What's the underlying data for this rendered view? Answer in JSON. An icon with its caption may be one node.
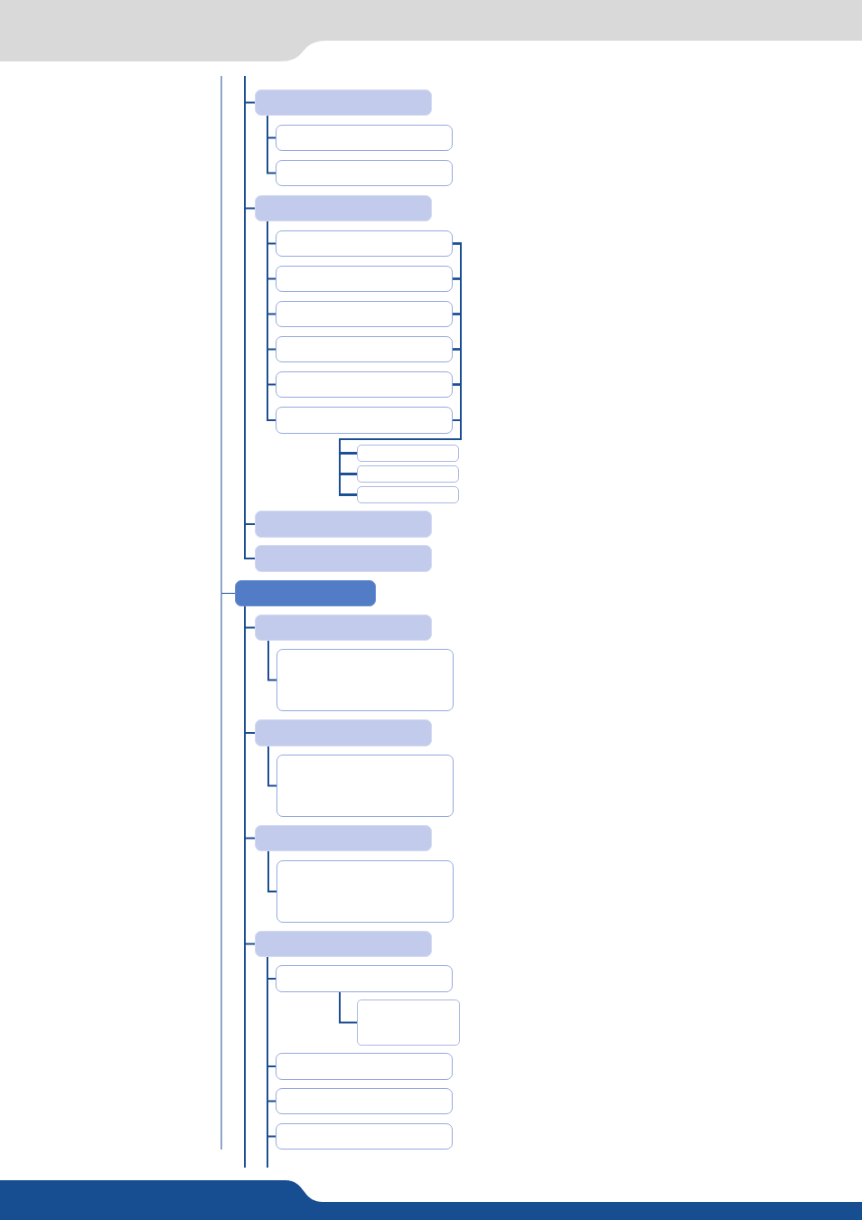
{
  "diagram": {
    "nodes": [
      {
        "text": [],
        "shape": "box"
      },
      {
        "text": [],
        "shape": "box"
      },
      {
        "text": [],
        "shape": "box"
      },
      {
        "text": [],
        "shape": "box"
      },
      {
        "text": [],
        "shape": "box"
      },
      {
        "text": [],
        "shape": "box"
      },
      {
        "text": [],
        "shape": "box"
      },
      {
        "text": [],
        "shape": "box"
      },
      {
        "text": [],
        "shape": "box"
      },
      {
        "text": [],
        "shape": "box"
      },
      {
        "text": [],
        "shape": "box"
      },
      {
        "text": [],
        "shape": "box"
      },
      {
        "text": [],
        "shape": "box"
      },
      {
        "text": [],
        "shape": "box"
      },
      {
        "text": [],
        "shape": "box"
      },
      {
        "text": [],
        "shape": "box"
      },
      {
        "text": [],
        "shape": "box"
      },
      {
        "text": [],
        "shape": "box"
      },
      {
        "text": [],
        "shape": "box"
      },
      {
        "text": [],
        "shape": "box"
      },
      {
        "text": [],
        "shape": "box"
      },
      {
        "text": [],
        "shape": "box"
      },
      {
        "text": [],
        "shape": "box"
      },
      {
        "text": [],
        "shape": "box"
      },
      {
        "text": [],
        "shape": "box"
      },
      {
        "text": [],
        "shape": "box"
      },
      {
        "text": [],
        "shape": "box"
      },
      {
        "text": [],
        "shape": "box"
      }
    ],
    "edges": [
      {
        "from": null,
        "to": 0,
        "arrow": "none"
      },
      {
        "from": null,
        "to": 3,
        "arrow": "none"
      },
      {
        "from": null,
        "to": 13,
        "arrow": "none"
      },
      {
        "from": null,
        "to": 14,
        "arrow": "none"
      },
      {
        "from": 0,
        "to": 1,
        "arrow": "none"
      },
      {
        "from": 0,
        "to": 2,
        "arrow": "none"
      },
      {
        "from": 3,
        "to": 4,
        "arrow": "none"
      },
      {
        "from": 3,
        "to": 5,
        "arrow": "none"
      },
      {
        "from": 3,
        "to": 6,
        "arrow": "none"
      },
      {
        "from": 3,
        "to": 7,
        "arrow": "none"
      },
      {
        "from": 3,
        "to": 8,
        "arrow": "none"
      },
      {
        "from": 3,
        "to": 9,
        "arrow": "none"
      },
      {
        "from": 4,
        "to": 10,
        "arrow": "none"
      },
      {
        "from": 4,
        "to": 11,
        "arrow": "none"
      },
      {
        "from": 4,
        "to": 12,
        "arrow": "none"
      },
      {
        "from": 5,
        "to": 10,
        "arrow": "none"
      },
      {
        "from": 5,
        "to": 11,
        "arrow": "none"
      },
      {
        "from": 5,
        "to": 12,
        "arrow": "none"
      },
      {
        "from": 6,
        "to": 10,
        "arrow": "none"
      },
      {
        "from": 6,
        "to": 11,
        "arrow": "none"
      },
      {
        "from": 6,
        "to": 12,
        "arrow": "none"
      },
      {
        "from": 7,
        "to": 10,
        "arrow": "none"
      },
      {
        "from": 7,
        "to": 11,
        "arrow": "none"
      },
      {
        "from": 7,
        "to": 12,
        "arrow": "none"
      },
      {
        "from": 8,
        "to": 10,
        "arrow": "none"
      },
      {
        "from": 8,
        "to": 11,
        "arrow": "none"
      },
      {
        "from": 8,
        "to": 12,
        "arrow": "none"
      },
      {
        "from": 9,
        "to": 10,
        "arrow": "none"
      },
      {
        "from": 9,
        "to": 11,
        "arrow": "none"
      },
      {
        "from": 9,
        "to": 12,
        "arrow": "none"
      },
      {
        "from": null,
        "to": 15,
        "arrow": "none"
      },
      {
        "from": 15,
        "to": 16,
        "arrow": "none"
      },
      {
        "from": 15,
        "to": 18,
        "arrow": "none"
      },
      {
        "from": 15,
        "to": 20,
        "arrow": "none"
      },
      {
        "from": 15,
        "to": 22,
        "arrow": "none"
      },
      {
        "from": 16,
        "to": 17,
        "arrow": "none"
      },
      {
        "from": 18,
        "to": 19,
        "arrow": "none"
      },
      {
        "from": 20,
        "to": 21,
        "arrow": "none"
      },
      {
        "from": 22,
        "to": 23,
        "arrow": "none"
      },
      {
        "from": 23,
        "to": 24,
        "arrow": "none"
      },
      {
        "from": 22,
        "to": 25,
        "arrow": "none"
      },
      {
        "from": 22,
        "to": 26,
        "arrow": "none"
      },
      {
        "from": 22,
        "to": 27,
        "arrow": "none"
      }
    ]
  }
}
